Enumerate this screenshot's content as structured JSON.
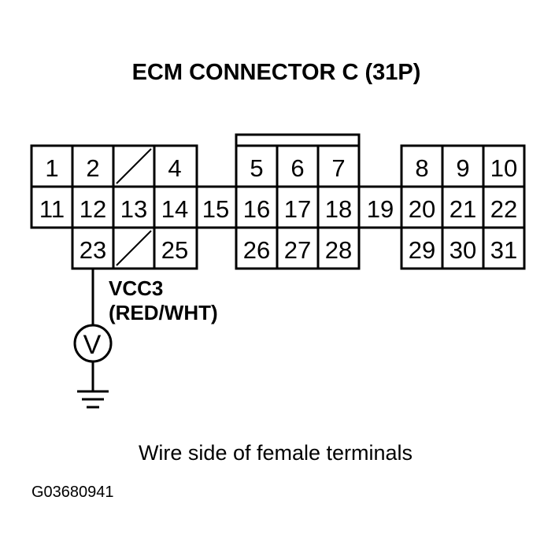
{
  "title": "ECM CONNECTOR C (31P)",
  "pins": [
    "1",
    "2",
    "4",
    "5",
    "6",
    "7",
    "8",
    "9",
    "10",
    "11",
    "12",
    "13",
    "14",
    "15",
    "16",
    "17",
    "18",
    "19",
    "20",
    "21",
    "22",
    "23",
    "25",
    "26",
    "27",
    "28",
    "29",
    "30",
    "31"
  ],
  "probe_label_line1": "VCC3",
  "probe_label_line2": "(RED/WHT)",
  "meter_symbol": "V",
  "caption": "Wire side of female terminals",
  "figure_code": "G03680941",
  "icons": [
    "voltmeter-icon",
    "ground-icon"
  ]
}
